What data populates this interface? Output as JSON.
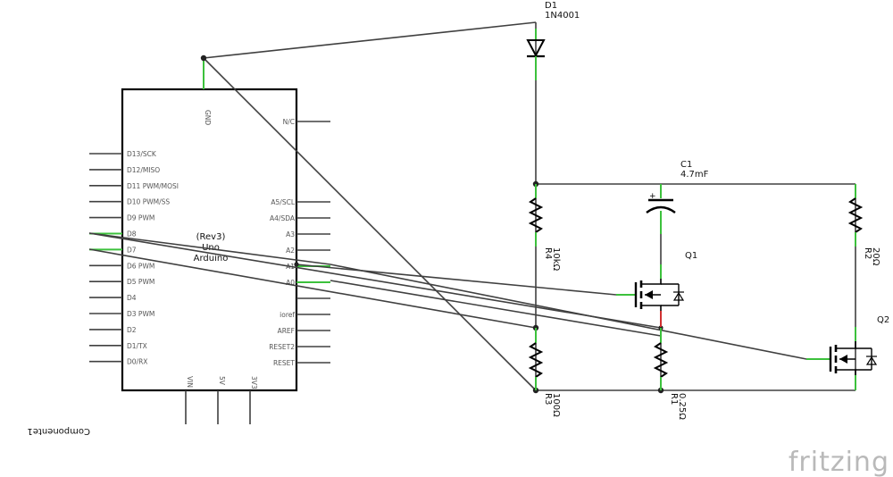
{
  "arduino": {
    "title_lines": [
      "(Rev3)",
      "Uno",
      "Arduino"
    ],
    "gnd": "GND",
    "nc": "N/C",
    "left_pins": [
      "D13/SCK",
      "D12/MISO",
      "D11 PWM/MOSI",
      "D10 PWM/SS",
      "D9 PWM",
      "D8",
      "D7",
      "D6 PWM",
      "D5 PWM",
      "D4",
      "D3 PWM",
      "D2",
      "D1/TX",
      "D0/RX"
    ],
    "right_pins": [
      "A5/SCL",
      "A4/SDA",
      "A3",
      "A2",
      "A1",
      "A0",
      "",
      "ioref",
      "AREF",
      "RESET2",
      "RESET"
    ],
    "bottom_pins": [
      "VIN",
      "5V",
      "3V3"
    ],
    "part_label": "Componente1"
  },
  "d1": {
    "name": "D1",
    "value": "1N4001"
  },
  "c1": {
    "name": "C1",
    "value": "4.7mF"
  },
  "r4": {
    "name": "R4",
    "value": "10kΩ"
  },
  "r3": {
    "name": "R3",
    "value": "100Ω"
  },
  "r2": {
    "name": "R2",
    "value": "20Ω"
  },
  "r1": {
    "name": "R1",
    "value": "0.25Ω"
  },
  "q1": {
    "name": "Q1"
  },
  "q2": {
    "name": "Q2"
  },
  "brand": "fritzing",
  "colors": {
    "wire": "#404040",
    "pin_end": "#3cc13c",
    "red_segment": "#d03030",
    "logo": "#b9b9b9"
  }
}
